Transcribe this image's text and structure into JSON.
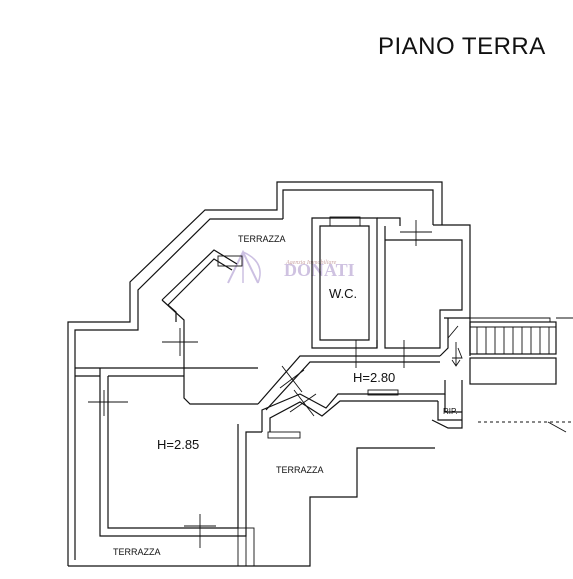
{
  "title": "PIANO TERRA",
  "rooms": {
    "terrazza_top": "TERRAZZA",
    "wc": "W.C.",
    "hall_height": "H=2.80",
    "living_height": "H=2.85",
    "terrazza_mid": "TERRAZZA",
    "terrazza_bottom": "TERRAZZA",
    "rip": "RIP."
  },
  "watermark": {
    "brand": "DONATI",
    "tagline": "Agenzia Immobiliare"
  }
}
